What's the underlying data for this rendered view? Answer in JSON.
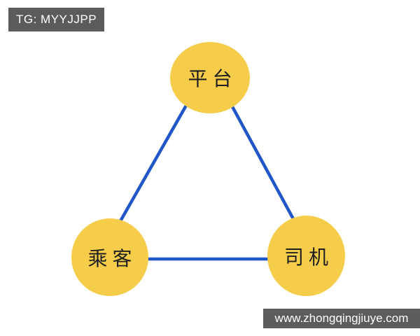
{
  "badge": {
    "label": "TG: MYYJJPP"
  },
  "diagram": {
    "type": "triangle-relationship",
    "nodes": [
      {
        "id": "platform",
        "label": "平台"
      },
      {
        "id": "passenger",
        "label": "乘客"
      },
      {
        "id": "driver",
        "label": "司机"
      }
    ],
    "edges": [
      {
        "from": "platform",
        "to": "passenger"
      },
      {
        "from": "platform",
        "to": "driver"
      },
      {
        "from": "passenger",
        "to": "driver"
      }
    ]
  },
  "watermark": {
    "url": "www.zhongqingjiuye.com"
  },
  "colors": {
    "node_fill": "#f5cd4b",
    "edge": "#2056c7",
    "node_label": "#1f1f1f",
    "badge_bg": "#5b5b5b",
    "badge_text": "#ffffff",
    "watermark_bg": "#5c5c5c",
    "watermark_text": "#ffffff"
  }
}
